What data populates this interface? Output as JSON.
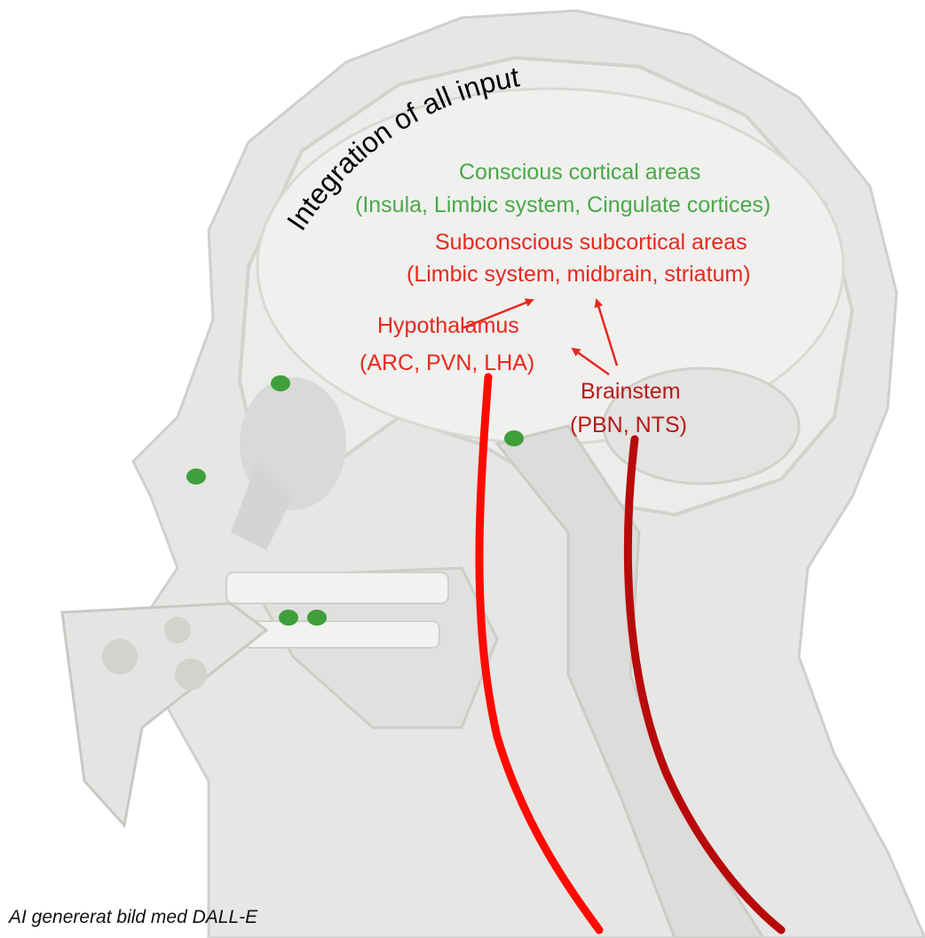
{
  "labels": {
    "integration": "Integration of all input",
    "conscious_title": "Conscious cortical areas",
    "conscious_detail": "(Insula, Limbic system, Cingulate cortices)",
    "subconscious_title": "Subconscious subcortical areas",
    "subconscious_detail": "(Limbic system, midbrain, striatum)",
    "hypothalamus_title": "Hypothalamus",
    "hypothalamus_detail": "(ARC, PVN, LHA)",
    "brainstem_title": "Brainstem",
    "brainstem_detail": "(PBN, NTS)"
  },
  "credit": "AI genererat bild med DALL-E",
  "colors": {
    "conscious": "#4aa84a",
    "subconscious": "#e8281e",
    "brainstem": "#b51a1a",
    "nerve_bright": "#ff0a00",
    "nerve_dark": "#b80a0a",
    "sensory_dot": "#3f9f3a"
  }
}
